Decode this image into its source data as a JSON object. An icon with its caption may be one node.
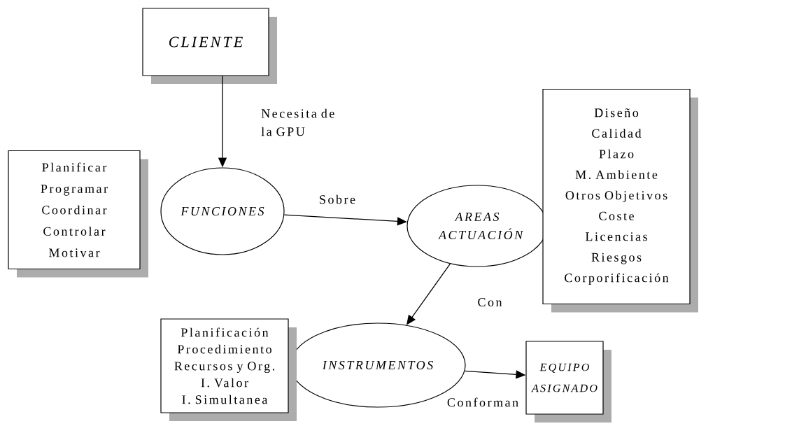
{
  "diagram": {
    "nodes": [
      {
        "text": [
          "CLIENTE"
        ]
      },
      {
        "text": [
          "FUNCIONES"
        ]
      },
      {
        "text": [
          "AREAS ACTUACIÓN"
        ]
      },
      {
        "text": [
          "INSTRUMENTOS"
        ]
      },
      {
        "text": [
          "EQUIPO ASIGNADO"
        ]
      },
      {
        "text": [
          "Planificar",
          "Programar",
          "Coordinar",
          "Controlar",
          "Motivar"
        ]
      },
      {
        "text": [
          "Diseño",
          "Calidad",
          "Plazo",
          "M. Ambiente",
          "Otros Objetivos",
          "Coste",
          "Licencias",
          "Riesgos",
          "Corporificación"
        ]
      },
      {
        "text": [
          "Planificación",
          "Procedimiento",
          "Recursos y Org.",
          "I. Valor",
          "I. Simultanea"
        ]
      }
    ],
    "edges": [
      {
        "from": 0,
        "to": 1,
        "arrow": "to",
        "label": "Necesita de la GPU"
      },
      {
        "from": 1,
        "to": 2,
        "arrow": "to",
        "label": "Sobre"
      },
      {
        "from": 2,
        "to": 3,
        "arrow": "to",
        "label": "Con"
      },
      {
        "from": 3,
        "to": 4,
        "arrow": "to",
        "label": "Conforman"
      }
    ]
  }
}
